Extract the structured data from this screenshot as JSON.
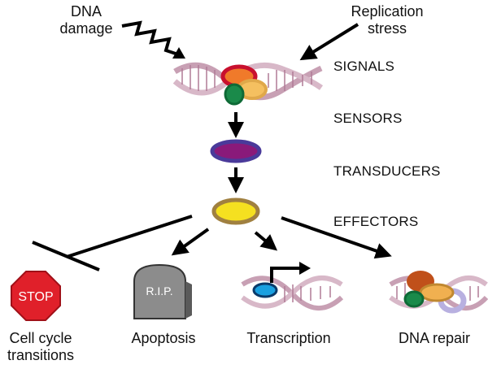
{
  "inputs": {
    "dna_damage": [
      "DNA",
      "damage"
    ],
    "replication_stress": [
      "Replication",
      "stress"
    ]
  },
  "tiers": {
    "signals": "SIGNALS",
    "sensors": "SENSORS",
    "transducers": "TRANSDUCERS",
    "effectors": "EFFECTORS"
  },
  "outcomes": {
    "cell_cycle": [
      "Cell cycle",
      "transitions"
    ],
    "apoptosis": "Apoptosis",
    "transcription": "Transcription",
    "dna_repair": "DNA repair"
  },
  "signs": {
    "stop": "STOP",
    "rip": "R.I.P."
  },
  "colors": {
    "dna_strand": "#c8a0b4",
    "dna_rung": "#b07a96",
    "sensor_red": "#c8102e",
    "sensor_orange": "#f07a2a",
    "sensor_tan": "#e0a84a",
    "sensor_green": "#1a8a4a",
    "transducer_fill": "#8a1a7a",
    "transducer_ring": "#4a3a9a",
    "effector_fill": "#f5e020",
    "effector_ring": "#a08040",
    "stop_red": "#e0202a",
    "tomb_gray": "#8c8c8c",
    "promoter_blue": "#1aa0e0",
    "repair_brown": "#c0501a",
    "repair_lilac": "#b8b0e0"
  },
  "icons": [
    "zigzag-arrow-icon",
    "stop-sign-icon",
    "tombstone-icon",
    "promoter-arrow-icon"
  ]
}
